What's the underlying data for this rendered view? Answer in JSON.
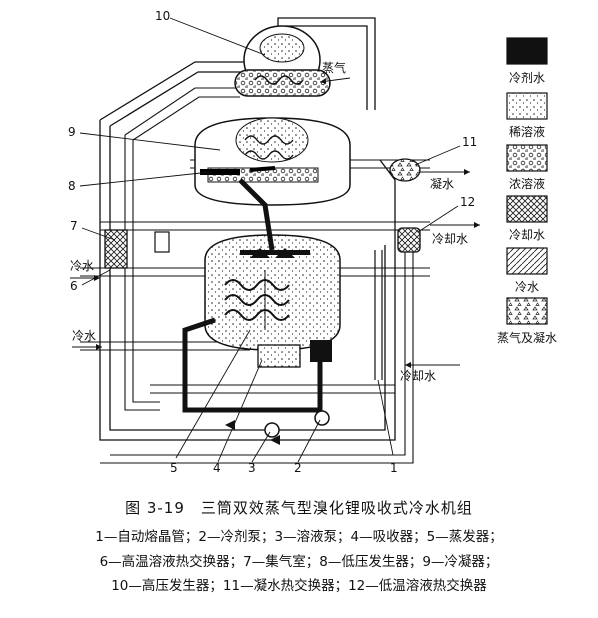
{
  "figure": {
    "title": "图 3-19　三筒双效蒸气型溴化锂吸收式冷水机组",
    "legend_lines": [
      "1—自动熔晶管；2—冷剂泵；3—溶液泵；4—吸收器；5—蒸发器；",
      "6—高温溶液热交换器；7—集气室；8—低压发生器；9—冷凝器；",
      "10—高压发生器；11—凝水热交换器；12—低温溶液热交换器"
    ]
  },
  "legend": [
    {
      "label": "冷剂水",
      "pattern": "solid-black"
    },
    {
      "label": "稀溶液",
      "pattern": "sparse-dots"
    },
    {
      "label": "浓溶液",
      "pattern": "circles"
    },
    {
      "label": "冷却水",
      "pattern": "crosshatch"
    },
    {
      "label": "冷水",
      "pattern": "diagonal"
    },
    {
      "label": "蒸气及凝水",
      "pattern": "triangles"
    }
  ],
  "flow_labels": {
    "steam": "蒸气",
    "condensate": "凝水",
    "cooling_water_upper": "冷却水",
    "cooling_water_lower": "冷却水",
    "chilled_water_upper": "冷水",
    "chilled_water_lower": "冷水"
  },
  "callouts": [
    "1",
    "2",
    "3",
    "4",
    "5",
    "6",
    "7",
    "8",
    "9",
    "10",
    "11",
    "12"
  ],
  "colors": {
    "ink": "#111111",
    "paper": "#ffffff",
    "fill_gray": "#d8d8d8"
  }
}
